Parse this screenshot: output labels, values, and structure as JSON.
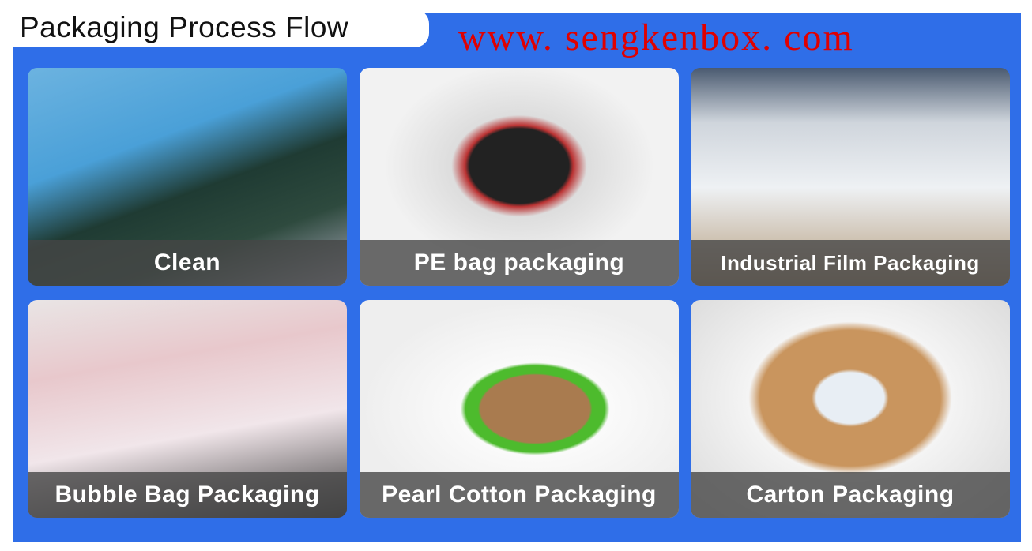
{
  "title": "Packaging Process Flow",
  "steps": [
    {
      "label": "Clean"
    },
    {
      "label": "PE bag packaging"
    },
    {
      "label": "Industrial Film Packaging"
    },
    {
      "label": "Bubble Bag Packaging"
    },
    {
      "label": "Pearl Cotton Packaging"
    },
    {
      "label": "Carton Packaging"
    }
  ],
  "watermark": "www. sengkenbox. com",
  "colors": {
    "frame": "#2f6ee8",
    "label_bg": "#464646",
    "watermark": "#e00000"
  }
}
